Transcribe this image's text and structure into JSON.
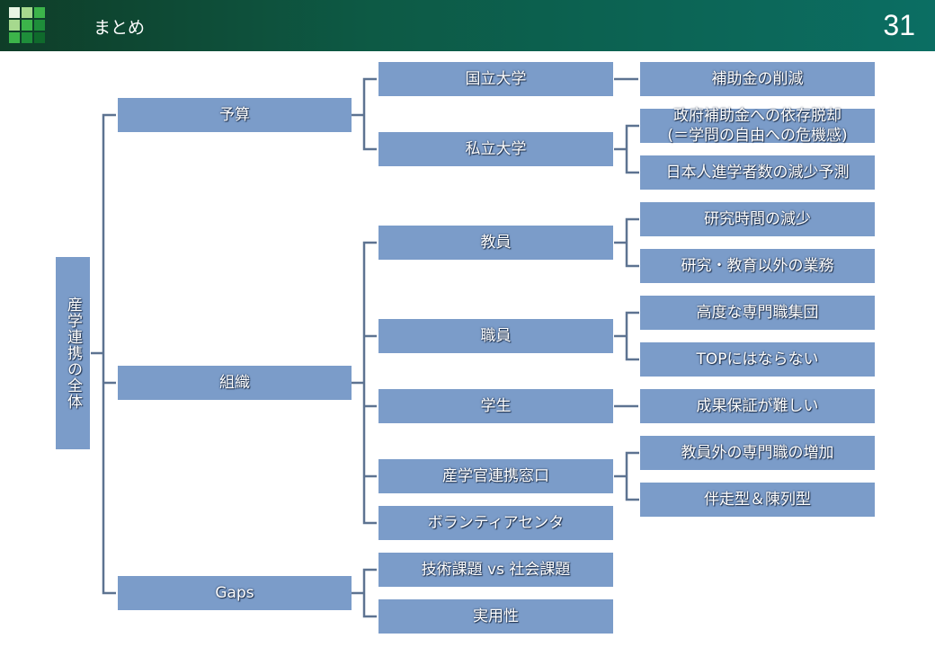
{
  "header": {
    "title": "まとめ",
    "page_number": "31"
  },
  "diagram": {
    "root": "産学連携の全体",
    "budget": {
      "label": "予算",
      "national": {
        "label": "国立大学",
        "effect": "補助金の削減"
      },
      "private": {
        "label": "私立大学",
        "effect1_line1": "政府補助金への依存脱却",
        "effect1_line2": "(＝学問の自由への危機感)",
        "effect2": "日本人進学者数の減少予測"
      }
    },
    "organization": {
      "label": "組織",
      "faculty": {
        "label": "教員",
        "effects": [
          "研究時間の減少",
          "研究・教育以外の業務"
        ]
      },
      "staff": {
        "label": "職員",
        "effects": [
          "高度な専門職集団",
          "TOPにはならない"
        ]
      },
      "students": {
        "label": "学生",
        "effect": "成果保証が難しい"
      },
      "liaison": {
        "label": "産学官連携窓口",
        "effects": [
          "教員外の専門職の増加",
          "伴走型＆陳列型"
        ]
      },
      "volunteer": {
        "label": "ボランティアセンタ"
      }
    },
    "gaps": {
      "label": "Gaps",
      "items": [
        "技術課題 vs 社会課題",
        "実用性"
      ]
    }
  },
  "colors": {
    "box_fill": "#7b9cc9",
    "connector": "#5d7391",
    "header_bg": "#0d5a45"
  }
}
